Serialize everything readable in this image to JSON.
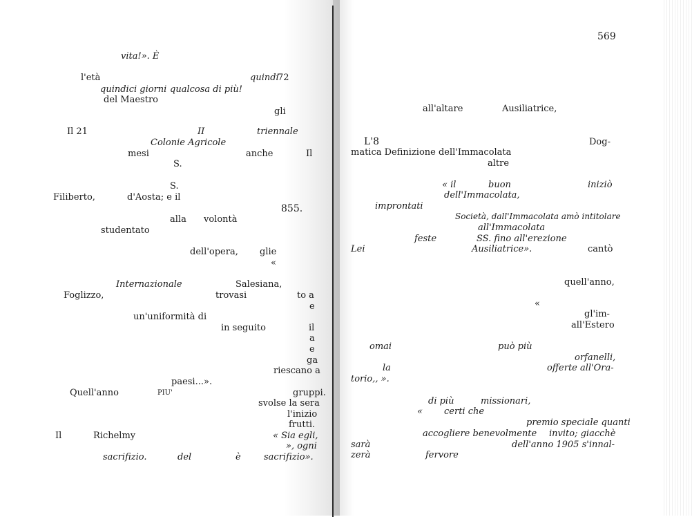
{
  "page_number": "569",
  "left_page": {
    "lines": [
      "vita!».  È",
      "l'età",
      "quindi",
      "72",
      "quindici giorni",
      "qualcosa di più!",
      "del Maestro",
      "gli",
      "Il 21",
      "II",
      "triennale",
      "Colonie  Agricole",
      "mesi",
      "anche",
      "Il",
      "S.",
      "S.",
      "Filiberto,",
      "d'Aosta;  e  il",
      "855.",
      "alla",
      "volontà",
      "studentato",
      "dell'opera,",
      "glie",
      "«",
      "Internazionale",
      "Salesiana,",
      "Foglizzo,",
      "trovasi",
      "to  a",
      "e",
      "un'uniformità  di",
      "in  seguito",
      "il",
      "a",
      "e",
      "ga",
      "riescano  a",
      "paesi...».",
      "Quell'anno",
      "PIU'",
      "gruppi.",
      "svolse  la  sera",
      "l'inizio",
      "frutti.",
      "Il",
      "Richelmy",
      "« Sia  egli,",
      "», ogni",
      "sacrifizio.",
      "del",
      "è",
      "sacrifizio»."
    ]
  },
  "right_page": {
    "lines": [
      "all'altare",
      "Ausiliatrice,",
      "L'8",
      "Dog-",
      "matica Definizione dell'Immacolata",
      "altre",
      "« il",
      "buon",
      "iniziò",
      "dell'Immacolata,",
      "improntati",
      "Società, dall'Immacolata amò intitolare",
      "all'Immacolata",
      "feste",
      "SS. fino all'erezione",
      "Lei",
      "Ausiliatrice».",
      "cantò",
      "quell'anno,",
      "«",
      "gl'im-",
      "all'Estero",
      "omai",
      "può più",
      "orfanelli,",
      "la",
      "offerte all'Ora-",
      "torio,, ».",
      "di più",
      "missionari,",
      "«",
      "certi che",
      "premio speciale quanti",
      "accogliere benevolmente",
      "invito; giacchè",
      "sarà",
      "dell'anno  1905  s'innal-",
      "zerà",
      "fervore"
    ]
  }
}
